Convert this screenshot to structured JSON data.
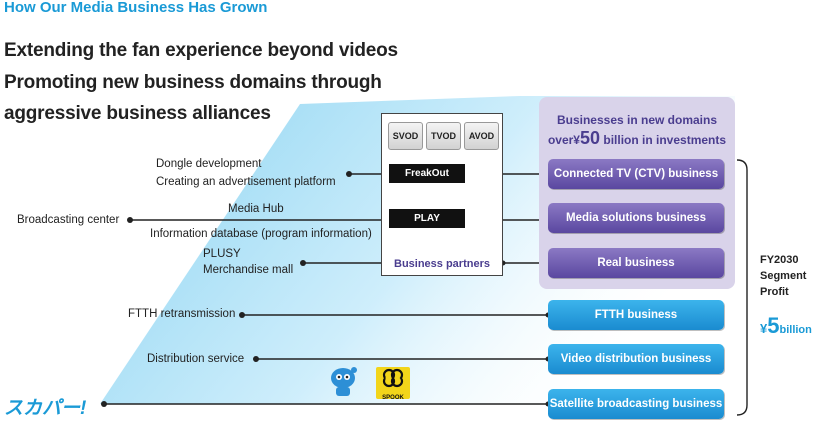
{
  "page_heading": "How Our Media Business Has Grown",
  "headlines": [
    "Extending the fan experience beyond videos",
    "Promoting new business domains through",
    "aggressive business alliances"
  ],
  "partner_services": [
    "SVOD",
    "TVOD",
    "AVOD"
  ],
  "partner_logos": [
    "FreakOut",
    "PLAY"
  ],
  "partners_label": "Business partners",
  "new_domains": {
    "title": "Businesses in new domains",
    "investment_prefix": "over",
    "investment_currency": "¥",
    "investment_amount": "50",
    "investment_suffix": "billion in investments"
  },
  "left_labels": {
    "dongle_line1": "Dongle development",
    "dongle_line2": "Creating an advertisement platform",
    "media_hub": "Media Hub",
    "broadcasting_center": "Broadcasting center",
    "info_db": "Information database (program information)",
    "plusy": "PLUSY",
    "merch": "Merchandise mall",
    "ftth_retrans": "FTTH retransmission",
    "distribution": "Distribution service"
  },
  "businesses": [
    {
      "label": "Connected TV (CTV) business",
      "group": "new"
    },
    {
      "label": "Media solutions business",
      "group": "new"
    },
    {
      "label": "Real business",
      "group": "new"
    },
    {
      "label": "FTTH business",
      "group": "core"
    },
    {
      "label": "Video distribution business",
      "group": "core"
    },
    {
      "label": "Satellite broadcasting business",
      "group": "core"
    }
  ],
  "target": {
    "line1": "FY2030",
    "line2": "Segment",
    "line3": "Profit",
    "currency": "¥",
    "amount": "5",
    "unit": "billion"
  },
  "brand_logo_text": "スカパー!",
  "mascot_logos": [
    "mascot-icon",
    "spook-icon"
  ],
  "spook_label": "SPOOK",
  "colors": {
    "accent_blue": "#1a9ad6",
    "purple": "#5a47a0",
    "panel": "#d9d3ea",
    "fan_light": "#e8f6fd",
    "fan_mid": "#7fcff0"
  }
}
